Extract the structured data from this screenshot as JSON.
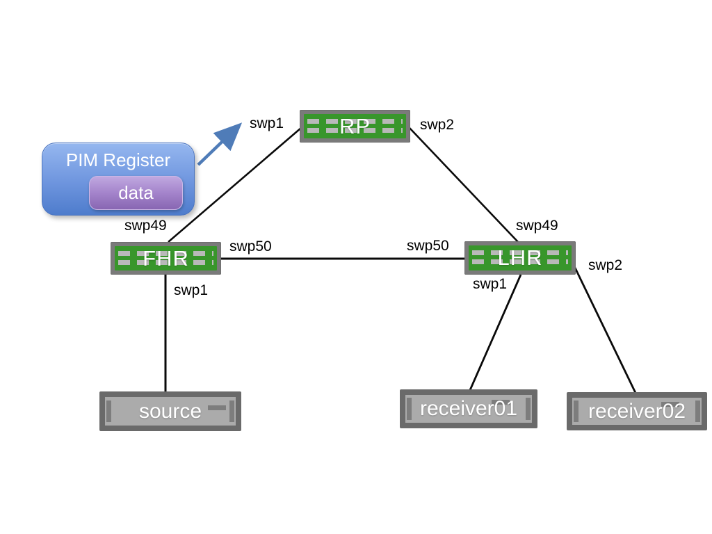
{
  "callout": {
    "label": "PIM Register",
    "badge": "data"
  },
  "switches": [
    {
      "id": "rp",
      "label": "RP"
    },
    {
      "id": "fhr",
      "label": "FHR"
    },
    {
      "id": "lhr",
      "label": "LHR"
    }
  ],
  "hosts": [
    {
      "id": "source",
      "label": "source"
    },
    {
      "id": "receiver01",
      "label": "receiver01"
    },
    {
      "id": "receiver02",
      "label": "receiver02"
    }
  ],
  "ports": {
    "rp_swp1": "swp1",
    "rp_swp2": "swp2",
    "fhr_swp49": "swp49",
    "fhr_swp50": "swp50",
    "lhr_swp50": "swp50",
    "lhr_swp49": "swp49",
    "fhr_swp1": "swp1",
    "lhr_swp1": "swp1",
    "lhr_swp2": "swp2"
  },
  "links": [
    {
      "from": "FHR",
      "from_port": "swp49",
      "to": "RP",
      "to_port": "swp1"
    },
    {
      "from": "RP",
      "from_port": "swp2",
      "to": "LHR",
      "to_port": "swp49"
    },
    {
      "from": "FHR",
      "from_port": "swp50",
      "to": "LHR",
      "to_port": "swp50"
    },
    {
      "from": "FHR",
      "from_port": "swp1",
      "to": "source",
      "to_port": ""
    },
    {
      "from": "LHR",
      "from_port": "swp1",
      "to": "receiver01",
      "to_port": ""
    },
    {
      "from": "LHR",
      "from_port": "swp2",
      "to": "receiver02",
      "to_port": ""
    }
  ],
  "annotation": {
    "arrow_points_to": "FHR-RP link near RP swp1"
  },
  "colors": {
    "switch_green": "#38962b",
    "switch_frame": "#7a7a7a",
    "switch_dash": "#b9b9b9",
    "host_frame": "#6a6a6a",
    "host_body": "#ababab",
    "host_detail": "#7d7d7d",
    "link_line": "#0a0a0a",
    "arrow_blue": "#4f7cb8",
    "callout_blue_top": "#95b7ef",
    "callout_blue_bottom": "#4e7ccc",
    "badge_purple_top": "#c0a8e0",
    "badge_purple_bottom": "#8866b2",
    "node_text": "#ffffff",
    "label_text": "#000000"
  }
}
